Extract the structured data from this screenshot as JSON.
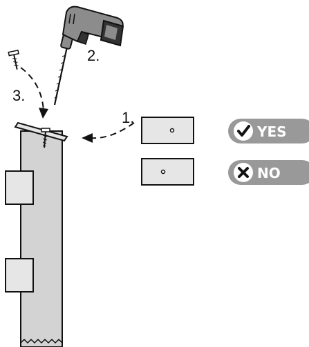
{
  "steps": {
    "step1": "1.",
    "step2": "2.",
    "step3": "3."
  },
  "badges": {
    "yes": {
      "label": "YES",
      "icon": "check-icon"
    },
    "no": {
      "label": "NO",
      "icon": "x-icon"
    }
  },
  "colors": {
    "post_fill": "#d3d3d3",
    "plate_fill": "#e6e6e6",
    "badge_fill": "#999999",
    "badge_text": "#ffffff",
    "drill_body": "#8c8c8c",
    "drill_dark": "#333333",
    "outline": "#111111"
  }
}
